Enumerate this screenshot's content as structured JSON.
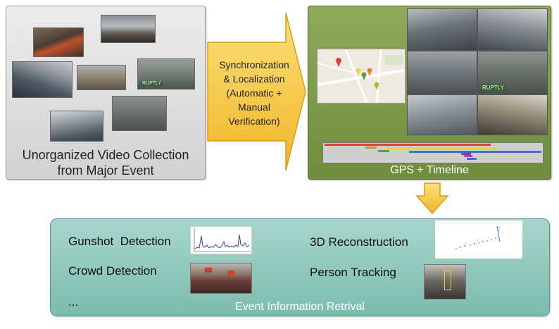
{
  "left_panel": {
    "caption_line1": "Unorganized Video Collection",
    "caption_line2": "from Major Event",
    "watermark": "RUPTLY"
  },
  "arrow": {
    "line1": "Synchronization",
    "line2": "& Localization",
    "line3": "(Automatic +",
    "line4": "Manual",
    "line5": "Verification)"
  },
  "right_panel": {
    "caption": "GPS + Timeline",
    "watermark": "RUPTLY"
  },
  "bottom_panel": {
    "caption": "Event Information Retrival",
    "tasks": {
      "gunshot": "Gunshot  Detection",
      "crowd": "Crowd Detection",
      "ellipsis": "...",
      "reconstruction": "3D Reconstruction",
      "tracking": "Person Tracking"
    }
  },
  "colors": {
    "arrow_fill": "#f6c733",
    "right_panel": "#7e9b49",
    "bottom_panel": "#90c9bc",
    "timeline_red": "#d9443a",
    "timeline_blue": "#3f6fd1",
    "timeline_yellow": "#e6d24a",
    "timeline_green": "#5aa04a",
    "timeline_orange": "#e08a2a",
    "timeline_purple": "#7a3fb0",
    "timeline_magenta": "#c43fb0"
  }
}
